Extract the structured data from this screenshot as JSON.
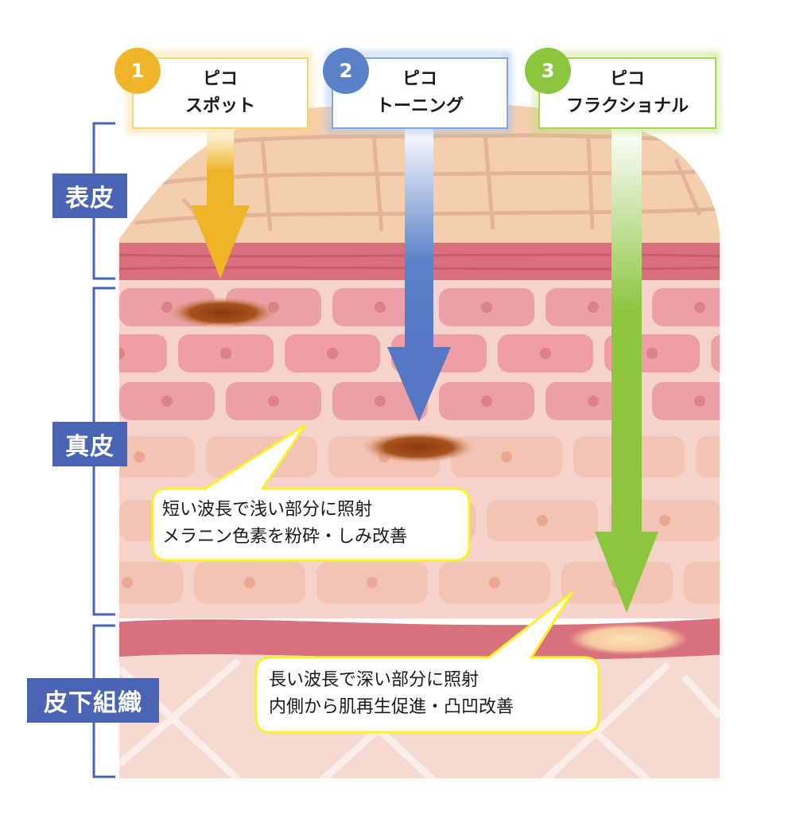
{
  "layers": {
    "epidermis": "表皮",
    "dermis": "真皮",
    "subcutaneous": "皮下組織"
  },
  "methods": [
    {
      "number": "1",
      "line1": "ピコ",
      "line2": "スポット",
      "color": "#f0b429"
    },
    {
      "number": "2",
      "line1": "ピコ",
      "line2": "トーニング",
      "color": "#5b82c8"
    },
    {
      "number": "3",
      "line1": "ピコ",
      "line2": "フラクショナル",
      "color": "#8cc63f"
    }
  ],
  "callouts": [
    {
      "line1": "短い波長で浅い部分に照射",
      "line2": "メラニン色素を粉砕・しみ改善"
    },
    {
      "line1": "長い波長で深い部分に照射",
      "line2": "内側から肌再生促進・凸凹改善"
    }
  ],
  "colors": {
    "label_bg": "#4a63b3",
    "callout_border": "#f7f22a",
    "epidermis": "#f4cfae",
    "dermis": "#f6d3ca",
    "subcutaneous": "#f6dad2",
    "band": "#d9707d"
  }
}
